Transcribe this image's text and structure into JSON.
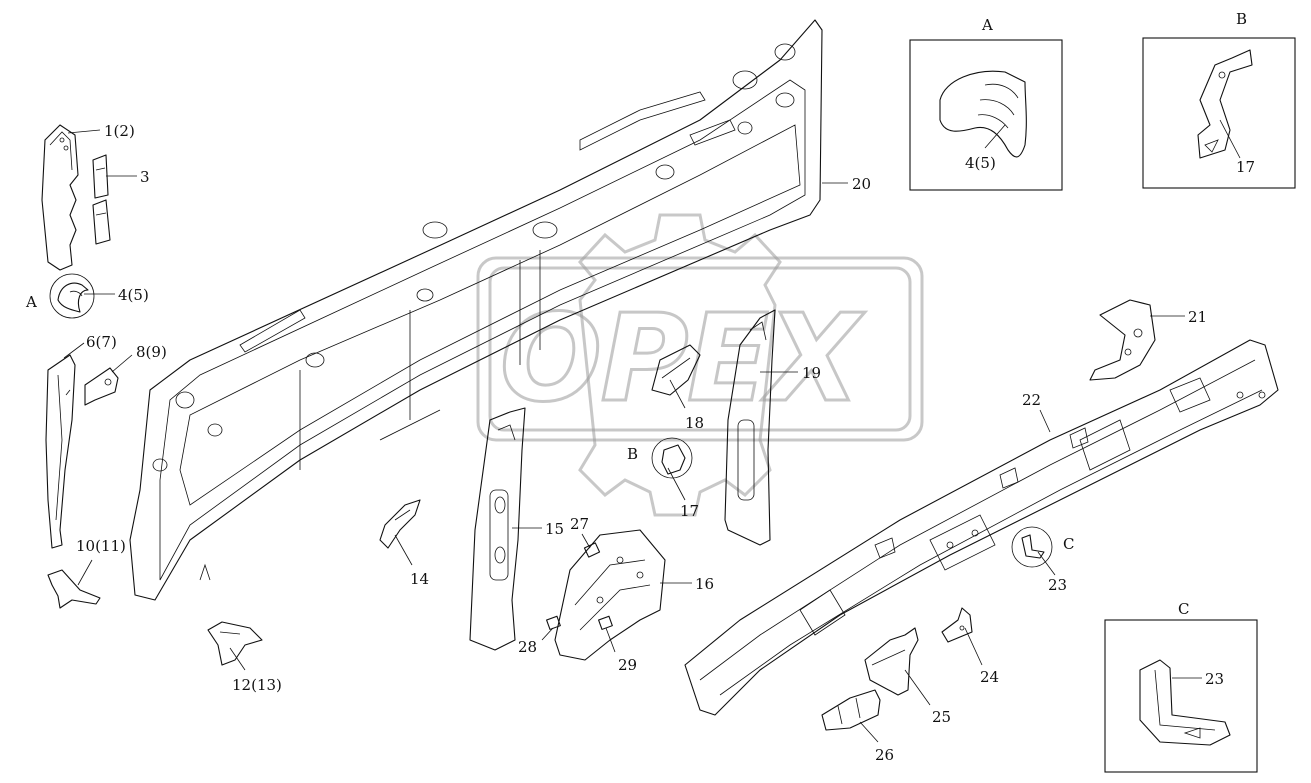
{
  "watermark": {
    "text": "OPEX"
  },
  "views": {
    "A": {
      "letter": "A",
      "label": "4(5)"
    },
    "B": {
      "letter": "B",
      "label": "17"
    },
    "C": {
      "letter": "C",
      "label": "23"
    }
  },
  "callouts": {
    "p1": "1(2)",
    "p3": "3",
    "p4": "4(5)",
    "pA": "A",
    "p6": "6(7)",
    "p8": "8(9)",
    "p10": "10(11)",
    "p12": "12(13)",
    "p14": "14",
    "p15": "15",
    "p16": "16",
    "p17": "17",
    "pB": "B",
    "p18": "18",
    "p19": "19",
    "p20": "20",
    "p21": "21",
    "p22": "22",
    "p23": "23",
    "pC": "C",
    "p24": "24",
    "p25": "25",
    "p26": "26",
    "p27": "27",
    "p28": "28",
    "p29": "29"
  }
}
